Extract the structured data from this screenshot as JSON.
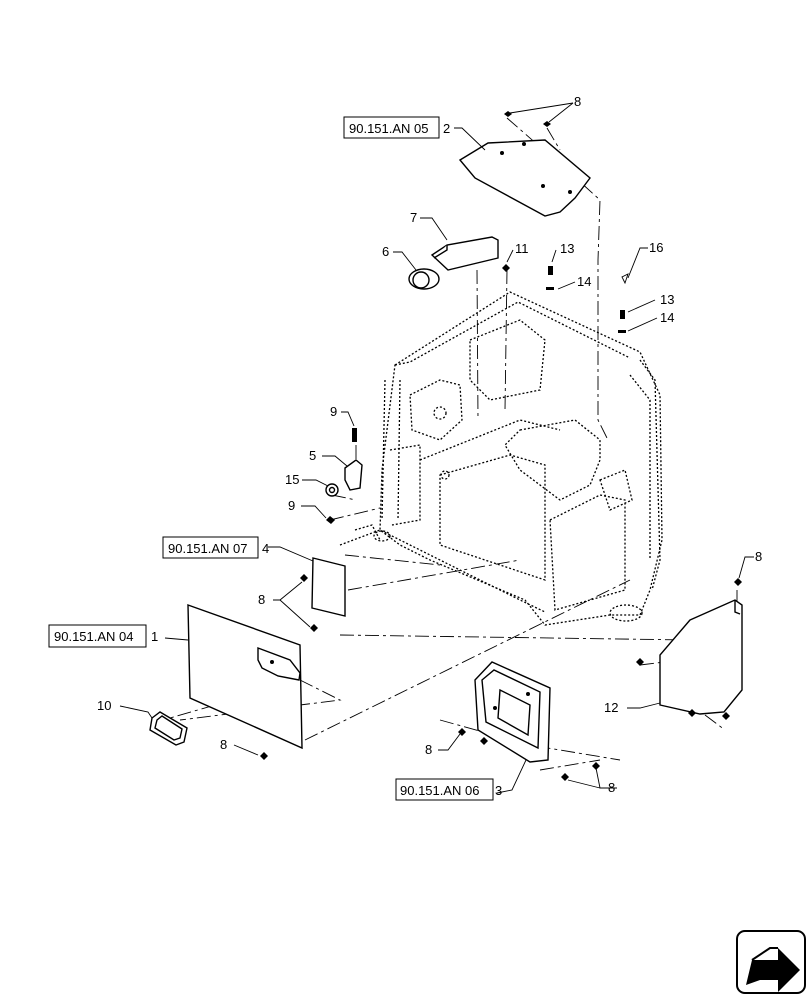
{
  "references": [
    {
      "id": "ref-an05",
      "code": "90.151.AN 05",
      "item": "2"
    },
    {
      "id": "ref-an07",
      "code": "90.151.AN 07",
      "item": "4"
    },
    {
      "id": "ref-an04",
      "code": "90.151.AN 04",
      "item": "1"
    },
    {
      "id": "ref-an06",
      "code": "90.151.AN 06",
      "item": "3"
    }
  ],
  "callouts": {
    "c8a": "8",
    "c7": "7",
    "c6": "6",
    "c11": "11",
    "c13a": "13",
    "c14a": "14",
    "c16": "16",
    "c13b": "13",
    "c14b": "14",
    "c9a": "9",
    "c5": "5",
    "c15": "15",
    "c9b": "9",
    "c8b": "8",
    "c8c": "8",
    "c10": "10",
    "c8d": "8",
    "c12": "12",
    "c8e": "8",
    "c8f": "8"
  },
  "icons": {
    "nav": "arrow-nav-icon"
  }
}
